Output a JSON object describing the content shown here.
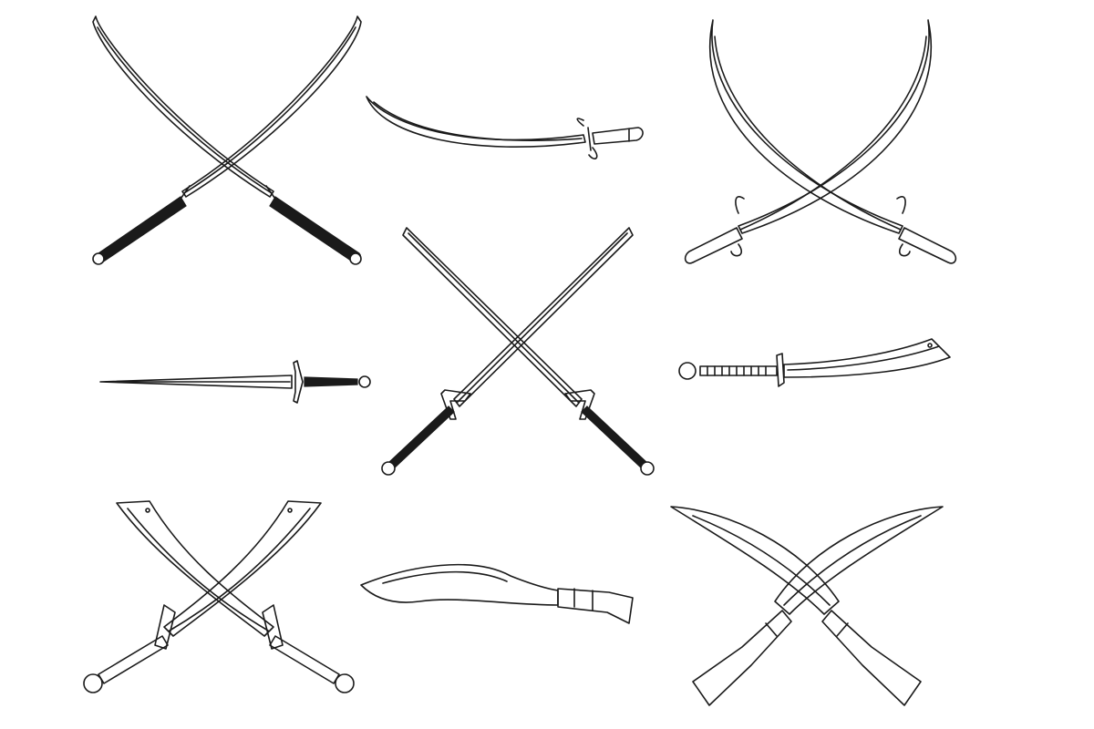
{
  "scene": {
    "background": "#ffffff",
    "ink_color": "#1a1a1a",
    "items": [
      {
        "name": "crossed-katanas"
      },
      {
        "name": "shamshir"
      },
      {
        "name": "crossed-scimitars"
      },
      {
        "name": "longsword"
      },
      {
        "name": "crossed-claymores"
      },
      {
        "name": "dao-sword"
      },
      {
        "name": "crossed-falchions"
      },
      {
        "name": "kukri"
      },
      {
        "name": "crossed-kukris"
      }
    ]
  }
}
